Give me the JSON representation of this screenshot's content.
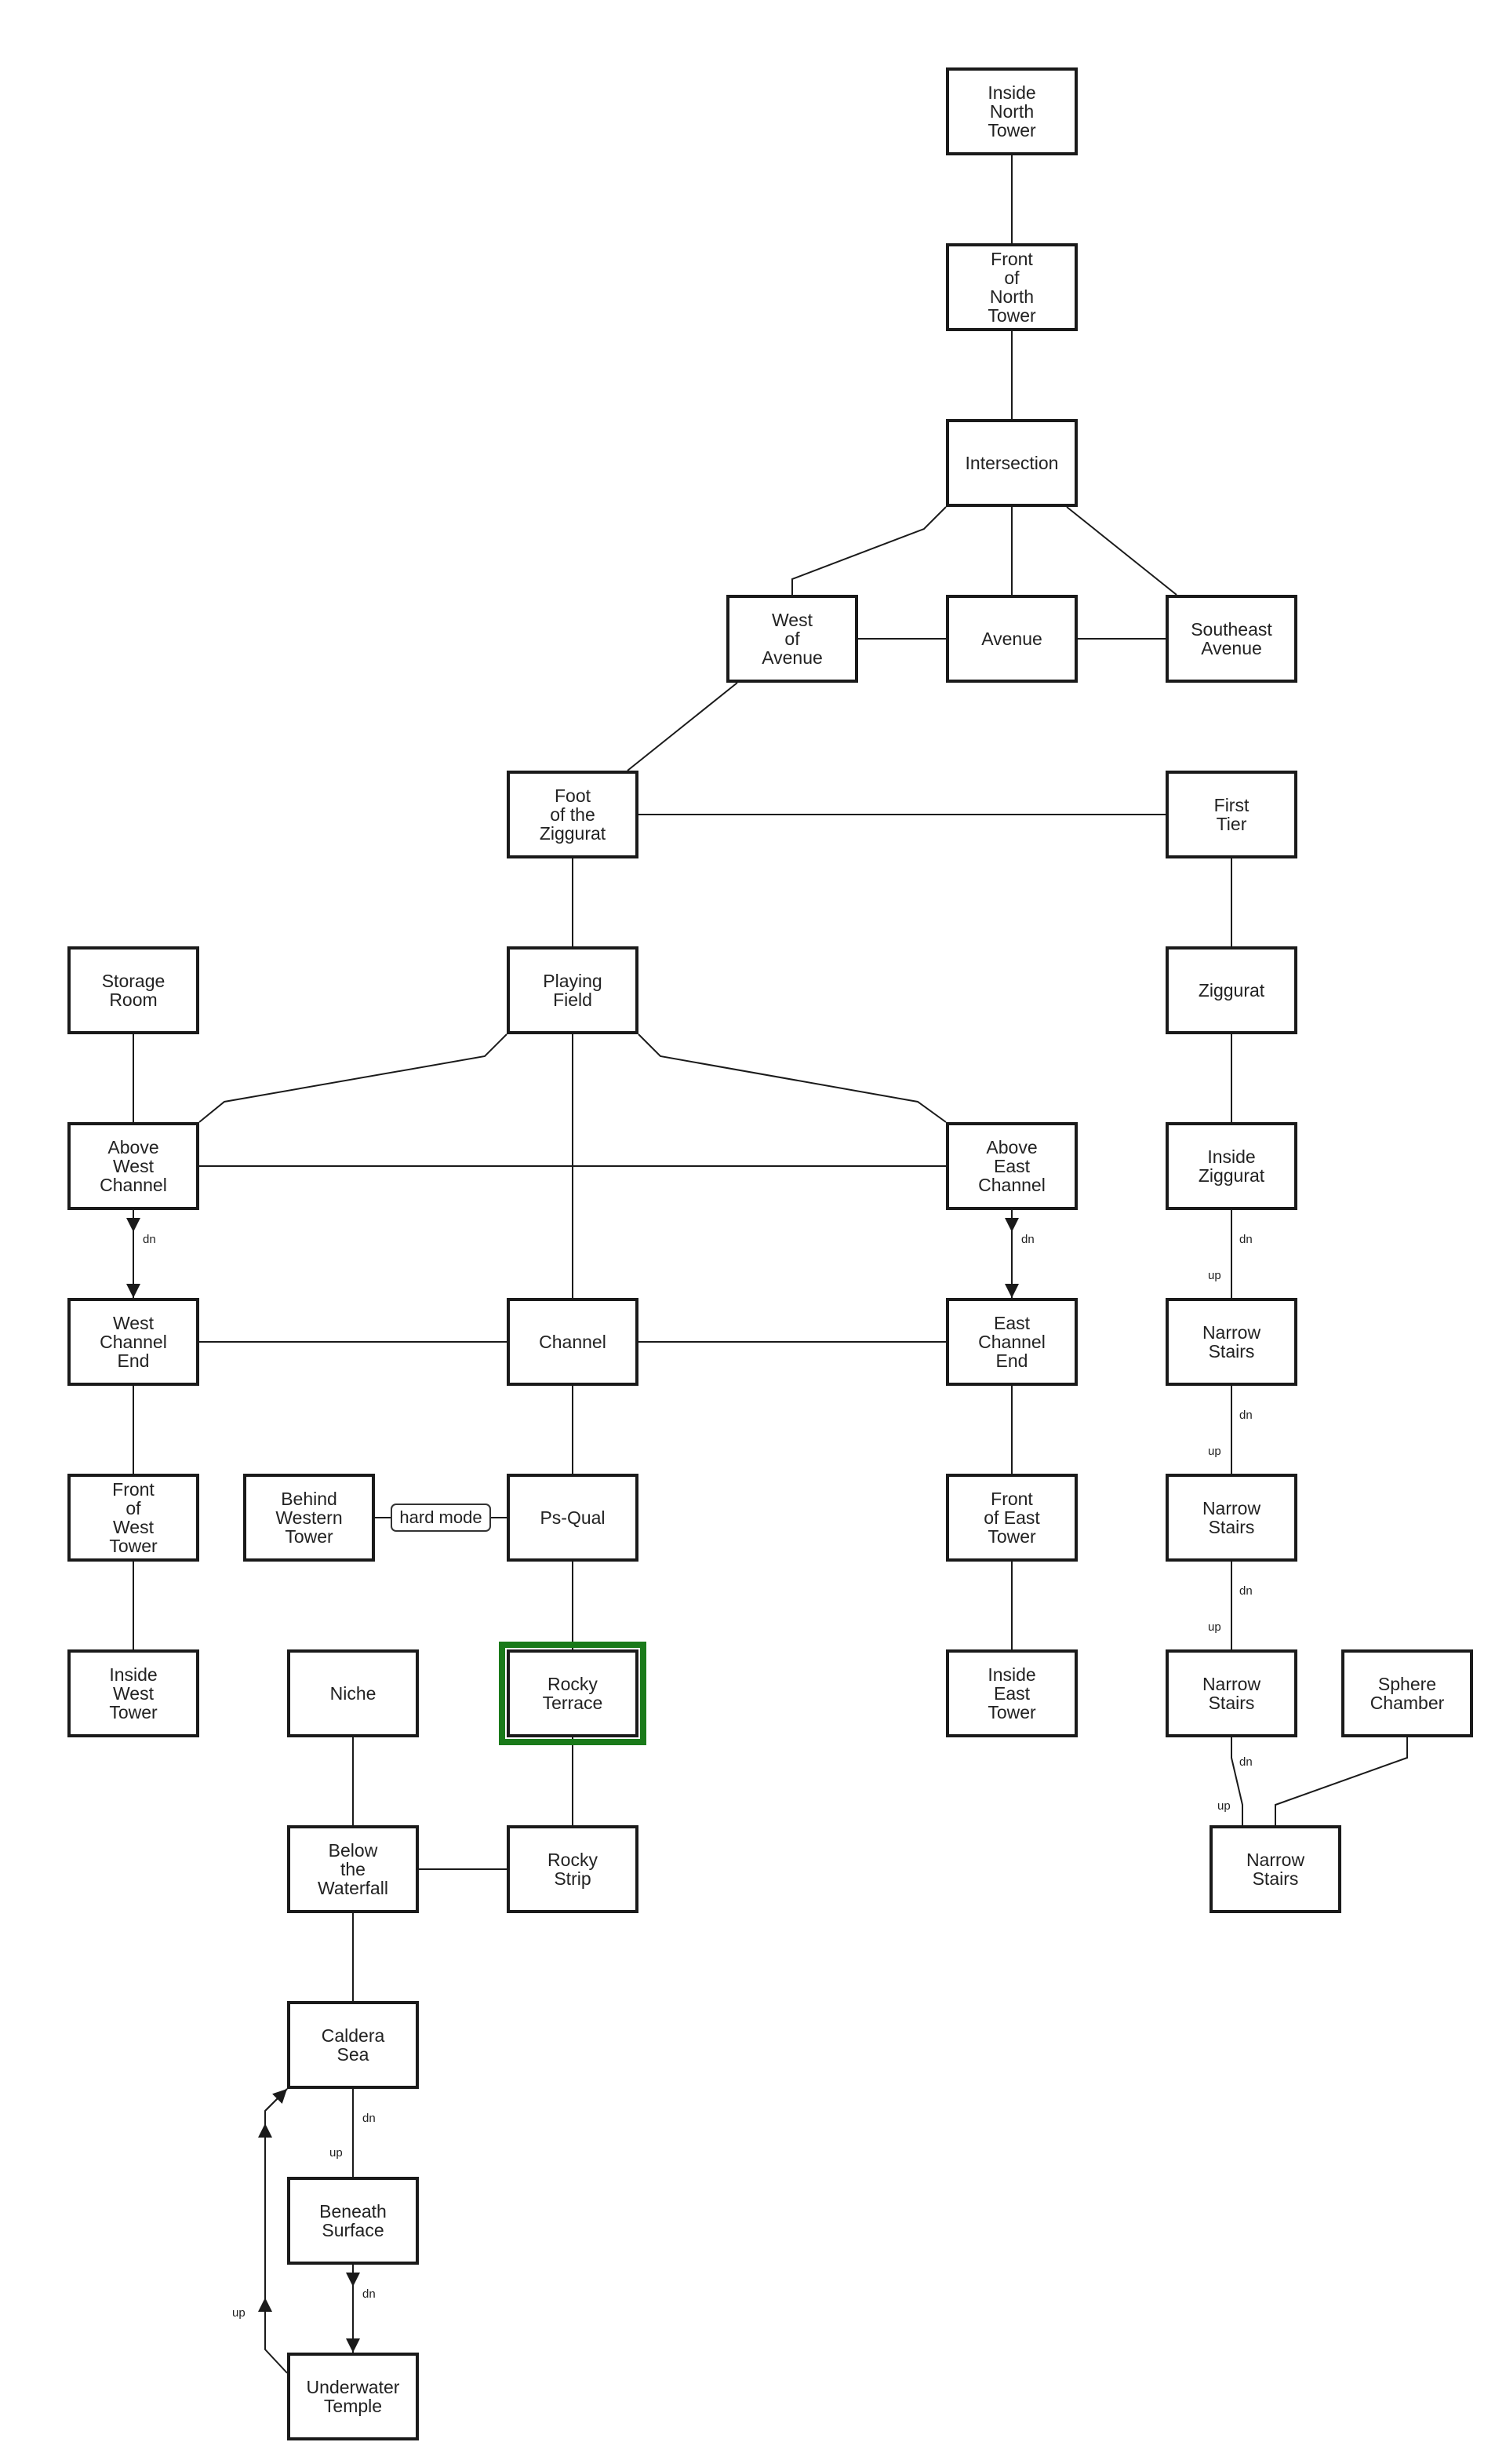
{
  "rooms": [
    {
      "id": "inside-north-tower",
      "label": "Inside\nNorth\nTower"
    },
    {
      "id": "front-of-north-tower",
      "label": "Front\nof\nNorth\nTower"
    },
    {
      "id": "intersection",
      "label": "Intersection"
    },
    {
      "id": "west-of-avenue",
      "label": "West\nof\nAvenue"
    },
    {
      "id": "avenue",
      "label": "Avenue"
    },
    {
      "id": "southeast-avenue",
      "label": "Southeast\nAvenue"
    },
    {
      "id": "foot-of-the-ziggurat",
      "label": "Foot\nof the\nZiggurat"
    },
    {
      "id": "first-tier",
      "label": "First\nTier"
    },
    {
      "id": "storage-room",
      "label": "Storage\nRoom"
    },
    {
      "id": "playing-field",
      "label": "Playing\nField"
    },
    {
      "id": "ziggurat",
      "label": "Ziggurat"
    },
    {
      "id": "above-west-channel",
      "label": "Above\nWest\nChannel"
    },
    {
      "id": "above-east-channel",
      "label": "Above\nEast\nChannel"
    },
    {
      "id": "inside-ziggurat",
      "label": "Inside\nZiggurat"
    },
    {
      "id": "west-channel-end",
      "label": "West\nChannel\nEnd"
    },
    {
      "id": "channel",
      "label": "Channel"
    },
    {
      "id": "east-channel-end",
      "label": "East\nChannel\nEnd"
    },
    {
      "id": "narrow-stairs-1",
      "label": "Narrow\nStairs"
    },
    {
      "id": "front-of-west-tower",
      "label": "Front\nof\nWest\nTower"
    },
    {
      "id": "behind-western-tower",
      "label": "Behind\nWestern\nTower"
    },
    {
      "id": "ps-qual",
      "label": "Ps-Qual"
    },
    {
      "id": "front-of-east-tower",
      "label": "Front\nof East\nTower"
    },
    {
      "id": "narrow-stairs-2",
      "label": "Narrow\nStairs"
    },
    {
      "id": "inside-west-tower",
      "label": "Inside\nWest\nTower"
    },
    {
      "id": "niche",
      "label": "Niche"
    },
    {
      "id": "rocky-terrace",
      "label": "Rocky\nTerrace",
      "current": true
    },
    {
      "id": "inside-east-tower",
      "label": "Inside\nEast\nTower"
    },
    {
      "id": "narrow-stairs-3",
      "label": "Narrow\nStairs"
    },
    {
      "id": "sphere-chamber",
      "label": "Sphere\nChamber"
    },
    {
      "id": "below-the-waterfall",
      "label": "Below\nthe\nWaterfall"
    },
    {
      "id": "rocky-strip",
      "label": "Rocky\nStrip"
    },
    {
      "id": "narrow-stairs-4",
      "label": "Narrow\nStairs"
    },
    {
      "id": "caldera-sea",
      "label": "Caldera\nSea"
    },
    {
      "id": "beneath-surface",
      "label": "Beneath\nSurface"
    },
    {
      "id": "underwater-temple",
      "label": "Underwater\nTemple"
    }
  ],
  "connections": [
    {
      "from": "inside-north-tower",
      "to": "front-of-north-tower"
    },
    {
      "from": "front-of-north-tower",
      "to": "intersection"
    },
    {
      "from": "intersection",
      "to": "west-of-avenue"
    },
    {
      "from": "intersection",
      "to": "avenue"
    },
    {
      "from": "intersection",
      "to": "southeast-avenue"
    },
    {
      "from": "west-of-avenue",
      "to": "avenue"
    },
    {
      "from": "avenue",
      "to": "southeast-avenue"
    },
    {
      "from": "west-of-avenue",
      "to": "foot-of-the-ziggurat"
    },
    {
      "from": "foot-of-the-ziggurat",
      "to": "first-tier"
    },
    {
      "from": "foot-of-the-ziggurat",
      "to": "playing-field"
    },
    {
      "from": "first-tier",
      "to": "ziggurat"
    },
    {
      "from": "ziggurat",
      "to": "inside-ziggurat"
    },
    {
      "from": "storage-room",
      "to": "above-west-channel"
    },
    {
      "from": "playing-field",
      "to": "above-west-channel"
    },
    {
      "from": "playing-field",
      "to": "above-east-channel"
    },
    {
      "from": "playing-field",
      "to": "channel"
    },
    {
      "from": "above-west-channel",
      "to": "above-east-channel"
    },
    {
      "from": "above-west-channel",
      "to": "west-channel-end",
      "oneway": true,
      "from_label": "dn"
    },
    {
      "from": "above-east-channel",
      "to": "east-channel-end",
      "oneway": true,
      "from_label": "dn"
    },
    {
      "from": "inside-ziggurat",
      "to": "narrow-stairs-1",
      "from_label": "dn",
      "to_label": "up"
    },
    {
      "from": "west-channel-end",
      "to": "channel"
    },
    {
      "from": "channel",
      "to": "east-channel-end"
    },
    {
      "from": "west-channel-end",
      "to": "front-of-west-tower"
    },
    {
      "from": "channel",
      "to": "ps-qual"
    },
    {
      "from": "east-channel-end",
      "to": "front-of-east-tower"
    },
    {
      "from": "narrow-stairs-1",
      "to": "narrow-stairs-2",
      "from_label": "dn",
      "to_label": "up"
    },
    {
      "from": "behind-western-tower",
      "to": "ps-qual",
      "note": "hard mode"
    },
    {
      "from": "front-of-west-tower",
      "to": "inside-west-tower"
    },
    {
      "from": "ps-qual",
      "to": "rocky-terrace"
    },
    {
      "from": "front-of-east-tower",
      "to": "inside-east-tower"
    },
    {
      "from": "narrow-stairs-2",
      "to": "narrow-stairs-3",
      "from_label": "dn",
      "to_label": "up"
    },
    {
      "from": "narrow-stairs-3",
      "to": "narrow-stairs-4",
      "from_label": "dn",
      "to_label": "up"
    },
    {
      "from": "sphere-chamber",
      "to": "narrow-stairs-4"
    },
    {
      "from": "niche",
      "to": "below-the-waterfall"
    },
    {
      "from": "rocky-terrace",
      "to": "rocky-strip"
    },
    {
      "from": "below-the-waterfall",
      "to": "rocky-strip"
    },
    {
      "from": "below-the-waterfall",
      "to": "caldera-sea"
    },
    {
      "from": "caldera-sea",
      "to": "beneath-surface",
      "from_label": "dn",
      "to_label": "up"
    },
    {
      "from": "beneath-surface",
      "to": "underwater-temple",
      "oneway": true,
      "from_label": "dn"
    },
    {
      "from": "underwater-temple",
      "to": "caldera-sea",
      "oneway": true,
      "from_label": "up"
    }
  ],
  "colors": {
    "line": "#1a1a1a",
    "current_highlight": "#1a7a1a"
  }
}
